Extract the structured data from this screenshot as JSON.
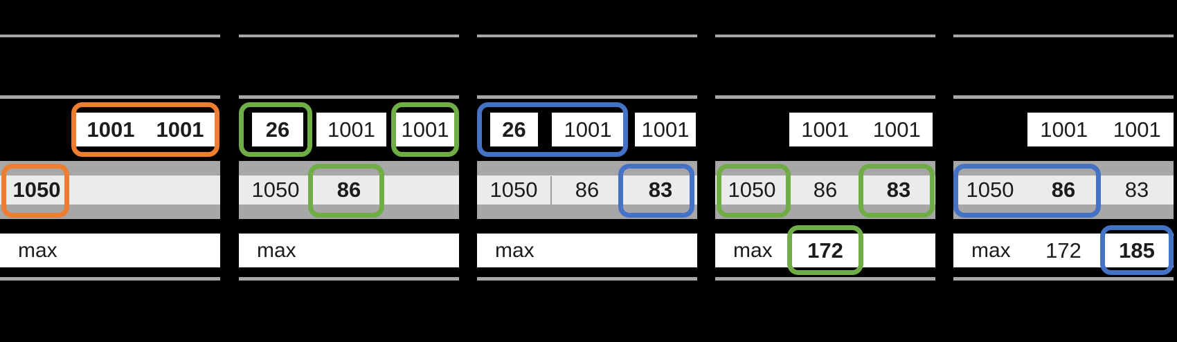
{
  "colors": {
    "background": "#000000",
    "text": "#1C1C1C",
    "box_fill": "#FFFFFF",
    "band_gray": "#A7A7A7",
    "band_light": "#EBEBEB",
    "divider_gray": "#9E9E9E",
    "highlight_orange": "#ED7D31",
    "highlight_green": "#70AD47",
    "highlight_blue": "#4472C4"
  },
  "panels": [
    {
      "top": {
        "v1": "1001",
        "v2": "1001"
      },
      "band": {
        "c1": "1050"
      },
      "max": {
        "label": "max"
      }
    },
    {
      "top": {
        "b1": "26",
        "b2": "1001",
        "b3": "1001"
      },
      "band": {
        "c1": "1050",
        "c2": "86"
      },
      "max": {
        "label": "max"
      }
    },
    {
      "top": {
        "b1": "26",
        "b2": "1001",
        "b3": "1001"
      },
      "band": {
        "c1": "1050",
        "c2": "86",
        "c3": "83"
      },
      "max": {
        "label": "max"
      }
    },
    {
      "top": {
        "v1": "1001",
        "v2": "1001"
      },
      "band": {
        "c1": "1050",
        "c2": "86",
        "c3": "83"
      },
      "max": {
        "label": "max",
        "c2": "172"
      }
    },
    {
      "top": {
        "v1": "1001",
        "v2": "1001"
      },
      "band": {
        "c1": "1050",
        "c2": "86",
        "c3": "83"
      },
      "max": {
        "label": "max",
        "c2": "172",
        "c3": "185"
      }
    }
  ]
}
